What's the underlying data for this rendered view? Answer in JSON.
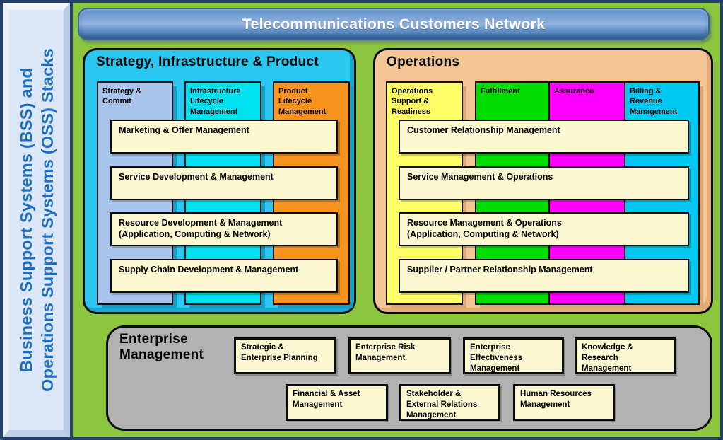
{
  "colors": {
    "frame": "#23406B",
    "canvas": "#8CC63F",
    "row_bg": "#FCF8D2"
  },
  "sidebar": {
    "label": "Business Support Systems (BSS) and\nOperations Support Systems (OSS) Stacks",
    "text_color": "#1D6FC1",
    "bg": "#DBE7F6"
  },
  "banner": {
    "title": "Telecommunications Customers Network",
    "text_color": "#FFFFFF"
  },
  "sip": {
    "title": "Strategy, Infrastructure & Product",
    "bg": "#2AC7F0",
    "columns": [
      {
        "label": "Strategy &\nCommit",
        "color": "#A8C4EA"
      },
      {
        "label": "Infrastructure\nLifecycle\nManagement",
        "color": "#00E1F0"
      },
      {
        "label": "Product\nLifecycle\nManagement",
        "color": "#F6921E"
      }
    ],
    "rows": [
      {
        "label": "Marketing & Offer Management"
      },
      {
        "label": "Service Development & Management"
      },
      {
        "label": "Resource Development & Management\n(Application, Computing & Network)"
      },
      {
        "label": "Supply Chain Development & Management"
      }
    ]
  },
  "operations": {
    "title": "Operations",
    "bg": "#F5C596",
    "columns": [
      {
        "label": "Operations\nSupport &\nReadiness",
        "color": "#FEFF66"
      },
      {
        "label": "Fulfillment",
        "color": "#00DC00"
      },
      {
        "label": "Assurance",
        "color": "#FF00FF"
      },
      {
        "label": "Billing &\nRevenue\nManagement",
        "color": "#00C8F0"
      }
    ],
    "rows": [
      {
        "label": "Customer Relationship Management"
      },
      {
        "label": "Service Management & Operations"
      },
      {
        "label": "Resource Management & Operations\n(Application, Computing & Network)"
      },
      {
        "label": "Supplier / Partner Relationship Management"
      }
    ]
  },
  "enterprise": {
    "title": "Enterprise\nManagement",
    "bg": "#B2B2B2",
    "box_bg": "#FCF8D2",
    "boxes_top": [
      {
        "label": "Strategic &\nEnterprise Planning"
      },
      {
        "label": "Enterprise Risk\nManagement"
      },
      {
        "label": "Enterprise\nEffectiveness\nManagement"
      },
      {
        "label": "Knowledge &\nResearch\nManagement"
      }
    ],
    "boxes_bottom": [
      {
        "label": "Financial & Asset\nManagement"
      },
      {
        "label": "Stakeholder &\nExternal Relations\nManagement"
      },
      {
        "label": "Human Resources\nManagement"
      }
    ]
  }
}
